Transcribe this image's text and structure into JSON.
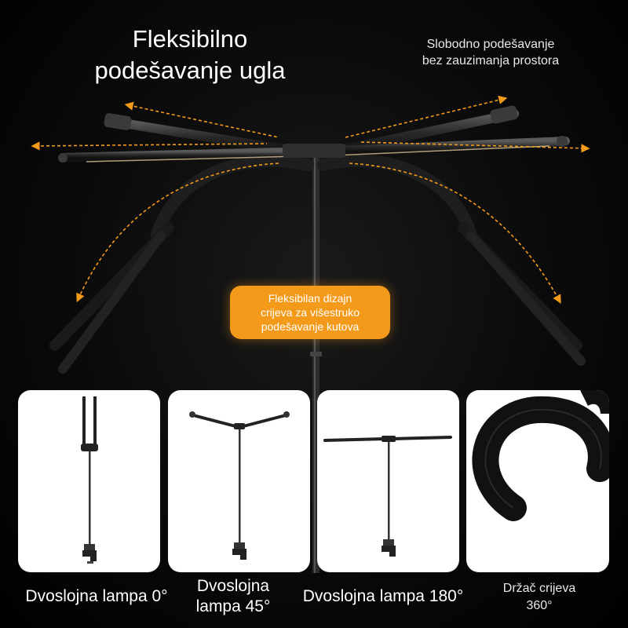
{
  "headline": {
    "line1": "Fleksibilno",
    "line2": "podešavanje ugla"
  },
  "subline": {
    "line1": "Slobodno podešavanje",
    "line2": "bez zauzimanja prostora"
  },
  "bubble": {
    "line1": "Fleksibilan dizajn",
    "line2": "crijeva za višestruko",
    "line3": "podešavanje kutova"
  },
  "cards": [
    {
      "caption": "Dvoslojna lampa 0°"
    },
    {
      "caption_line1": "Dvoslojna",
      "caption_line2": "lampa 45°"
    },
    {
      "caption": "Dvoslojna lampa 180°"
    },
    {
      "caption_line1": "Držač crijeva",
      "caption_line2": "360°"
    }
  ],
  "colors": {
    "background": "#000000",
    "accent": "#f39a1a",
    "card": "#ffffff",
    "text": "#ffffff"
  }
}
